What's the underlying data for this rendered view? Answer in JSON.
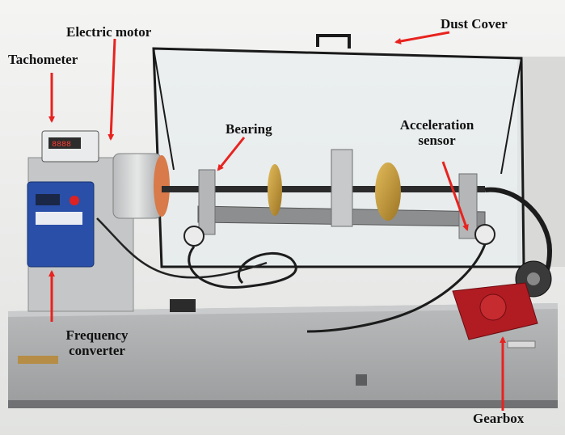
{
  "labels": {
    "dust_cover": "Dust Cover",
    "electric_motor": "Electric motor",
    "tachometer": "Tachometer",
    "bearing": "Bearing",
    "acceleration_sensor_line1": "Acceleration",
    "acceleration_sensor_line2": "sensor",
    "frequency_converter_line1": "Frequency",
    "frequency_converter_line2": "converter",
    "gearbox": "Gearbox"
  },
  "colors": {
    "arrow": "#e8231f",
    "dust_cover_frame": "#1a1a1a",
    "base_plate": "#a7a9aa",
    "converter_body": "#2a4fa8",
    "gearbox_body": "#b01c22",
    "brass_disc": "#c79a3a",
    "cable": "#1c1c1c",
    "motor_housing": "#cfd1d2"
  }
}
